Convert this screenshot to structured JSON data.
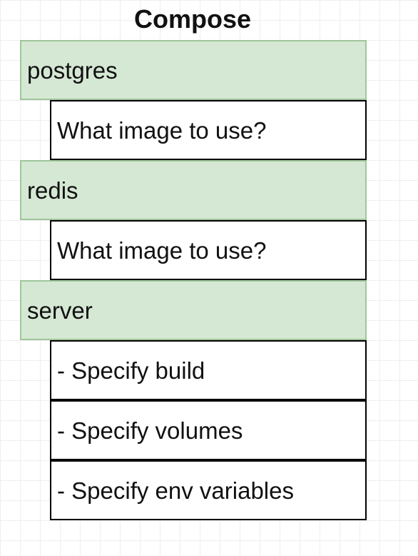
{
  "diagram": {
    "title": "Compose",
    "services": [
      {
        "name": "postgres",
        "details": [
          "What image to use?"
        ]
      },
      {
        "name": "redis",
        "details": [
          "What image to use?"
        ]
      },
      {
        "name": "server",
        "details": [
          "- Specify build",
          "- Specify volumes",
          "- Specify env variables"
        ]
      }
    ],
    "colors": {
      "service_fill": "#d5e8d4",
      "service_border": "#9fc59a",
      "detail_border": "#000000",
      "grid": "#eeeeee"
    }
  }
}
